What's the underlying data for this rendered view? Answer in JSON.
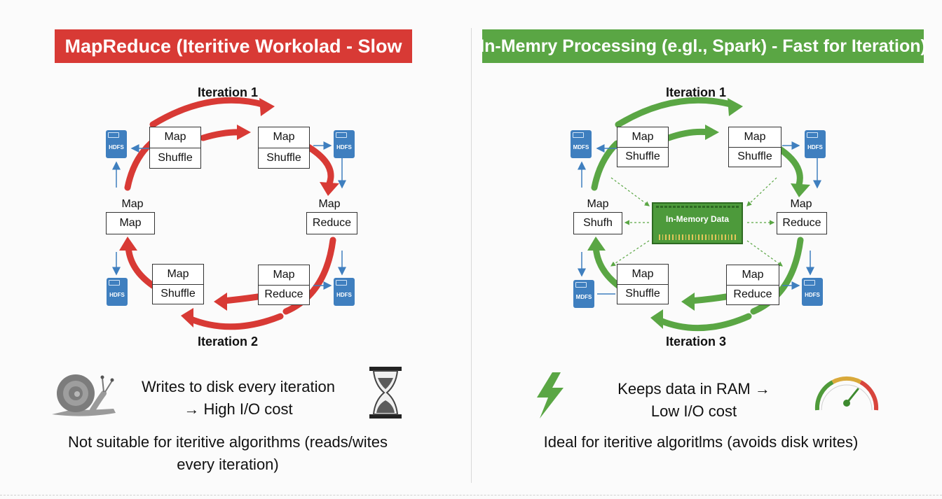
{
  "colors": {
    "left_accent": "#d83a35",
    "right_accent": "#5aa644",
    "hdfs": "#3f7fbf",
    "memory_chip": "#4d9a3b"
  },
  "left": {
    "title": "MapReduce (Iteritive Workolad - Slow",
    "iteration_top": "Iteration 1",
    "iteration_bottom": "Iteration 2",
    "boxes": {
      "top_left": [
        "Map",
        "Shuffle"
      ],
      "top_right": [
        "Map",
        "Shuffle"
      ],
      "mid_left_label": "Map",
      "mid_left": [
        "Map"
      ],
      "mid_right_label": "Map",
      "mid_right": [
        "Reduce"
      ],
      "bottom_left": [
        "Map",
        "Shuffle"
      ],
      "bottom_right": [
        "Map",
        "Reduce"
      ]
    },
    "hdfs": [
      "HDFS",
      "HDFS",
      "HDFS",
      "HDFS"
    ],
    "icons": [
      "snail-icon",
      "hourglass-icon"
    ],
    "caption": "Writes to disk every iteration\n→ High I/O cost",
    "note": "Not suitable for iteritive algorithms (reads/wites\nevery iteration)"
  },
  "right": {
    "title": "In-Memry Processing (e.gl., Spark) - Fast for Iteration)",
    "iteration_top": "Iteration 1",
    "iteration_bottom": "Iteration 3",
    "memory": "In-Memory Data",
    "boxes": {
      "top_left": [
        "Map",
        "Shuffle"
      ],
      "top_right": [
        "Map",
        "Shuffle"
      ],
      "mid_left_label": "Map",
      "mid_left": [
        "Shufh"
      ],
      "mid_right_label": "Map",
      "mid_right": [
        "Reduce"
      ],
      "bottom_left": [
        "Map",
        "Shuffle"
      ],
      "bottom_right": [
        "Map",
        "Reduce"
      ]
    },
    "hdfs": [
      "MDFS",
      "MDFS",
      "HDFS",
      "HDFS"
    ],
    "icons": [
      "lightning-icon",
      "speedometer-icon"
    ],
    "caption": "Keeps data in RAM →\nLow I/O cost",
    "note": "Ideal for iteritive algoritlms (avoids disk writes)"
  }
}
